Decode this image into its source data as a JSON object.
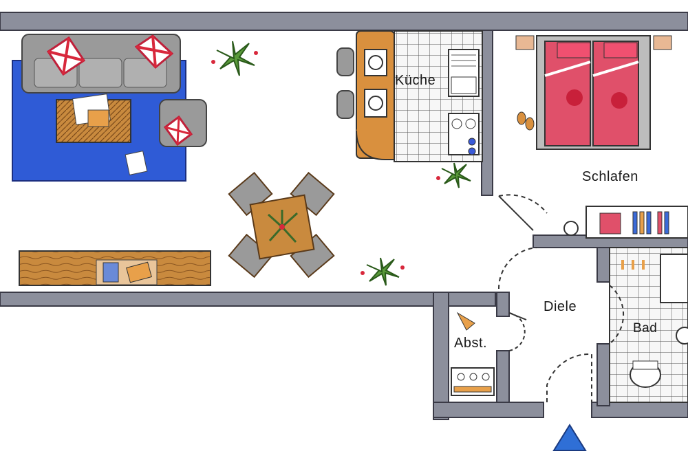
{
  "rooms": {
    "kitchen": "Küche",
    "bedroom": "Schlafen",
    "hall": "Diele",
    "storage": "Abst.",
    "bath": "Bad"
  },
  "colors": {
    "wall": "#8c8f9c",
    "wall_edge": "#3a3a46",
    "rug": "#2f5bd6",
    "wood": "#c98a3e",
    "sofa": "#9a9a9a",
    "bed_red": "#e0506a",
    "tile": "#f4f4f4",
    "entrance": "#2f6fd6"
  },
  "icons": {
    "entrance": "entrance-arrow-icon",
    "plant": "plant-icon"
  }
}
